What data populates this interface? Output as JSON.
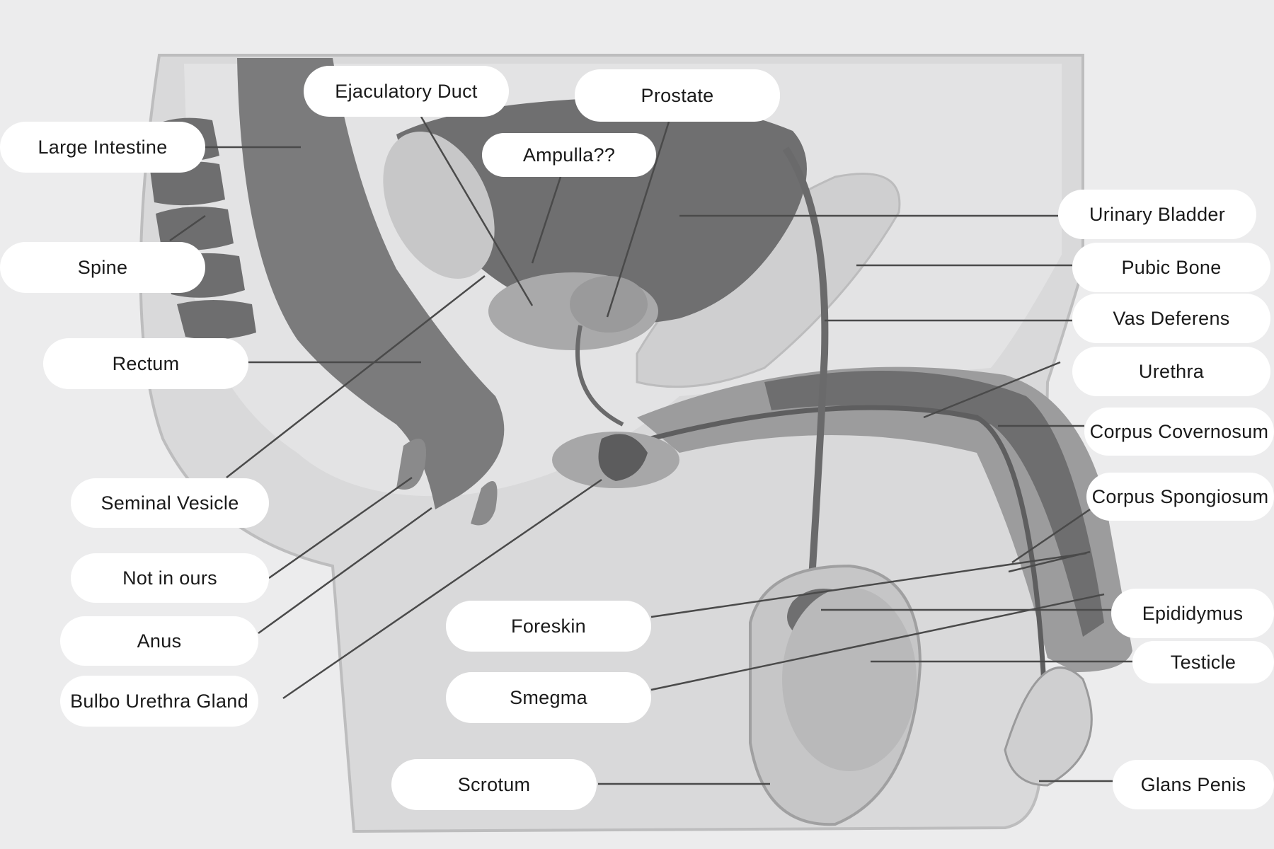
{
  "diagram": {
    "labels": {
      "large_intestine": "Large Intestine",
      "ejaculatory_duct": "Ejaculatory Duct",
      "prostate": "Prostate",
      "ampulla": "Ampulla??",
      "urinary_bladder": "Urinary Bladder",
      "spine": "Spine",
      "pubic_bone": "Pubic Bone",
      "vas_deferens": "Vas Deferens",
      "rectum": "Rectum",
      "urethra": "Urethra",
      "corpus_covernosum": "Corpus Covernosum",
      "seminal_vesicle": "Seminal Vesicle",
      "corpus_spongiosum": "Corpus Spongiosum",
      "not_in_ours": "Not in ours",
      "anus": "Anus",
      "foreskin": "Foreskin",
      "epididymus": "Epididymus",
      "testicle": "Testicle",
      "bulbo_urethra_gland": "Bulbo Urethra Gland",
      "smegma": "Smegma",
      "scrotum": "Scrotum",
      "glans_penis": "Glans Penis"
    },
    "colors": {
      "background": "#ececed",
      "body_light": "#d9d9da",
      "tissue_mid": "#b9b9ba",
      "tissue_dark": "#7b7b7c",
      "leader_line": "#4a4a4a"
    }
  }
}
